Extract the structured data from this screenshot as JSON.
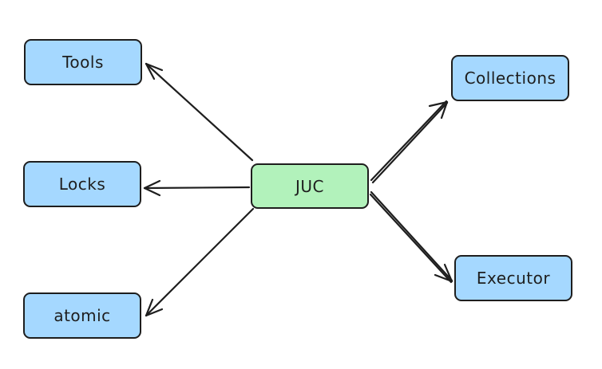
{
  "diagram": {
    "center": {
      "label": "JUC",
      "color": "#b2f2bb"
    },
    "nodes": [
      {
        "id": "tools",
        "label": "Tools",
        "color": "#a5d8ff"
      },
      {
        "id": "locks",
        "label": "Locks",
        "color": "#a5d8ff"
      },
      {
        "id": "atomic",
        "label": "atomic",
        "color": "#a5d8ff"
      },
      {
        "id": "collections",
        "label": "Collections",
        "color": "#a5d8ff"
      },
      {
        "id": "executor",
        "label": "Executor",
        "color": "#a5d8ff"
      }
    ],
    "edges": [
      {
        "from": "JUC",
        "to": "Tools"
      },
      {
        "from": "JUC",
        "to": "Locks"
      },
      {
        "from": "JUC",
        "to": "atomic"
      },
      {
        "from": "JUC",
        "to": "Collections"
      },
      {
        "from": "JUC",
        "to": "Executor"
      }
    ],
    "stroke_color": "#1e1e1e"
  }
}
